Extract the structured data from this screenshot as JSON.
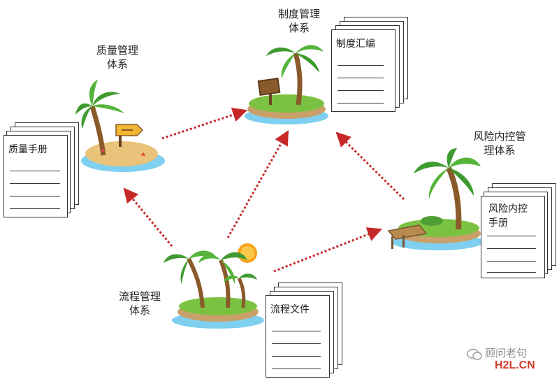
{
  "nodes": {
    "quality": {
      "label": "质量管理\n体系",
      "doc_title": "质量手册"
    },
    "system": {
      "label": "制度管理\n体系",
      "doc_title": "制度汇编"
    },
    "risk": {
      "label": "风险内控管\n理体系",
      "doc_title": "风险内控\n手册"
    },
    "process": {
      "label": "流程管理\n体系",
      "doc_title": "流程文件"
    }
  },
  "edges": [
    {
      "from": "quality",
      "to": "system"
    },
    {
      "from": "process",
      "to": "quality"
    },
    {
      "from": "process",
      "to": "system"
    },
    {
      "from": "process",
      "to": "risk"
    },
    {
      "from": "risk",
      "to": "system"
    }
  ],
  "watermark": {
    "text": "顾问老句",
    "site": "H2L.CN"
  },
  "colors": {
    "arrow": "#c62828",
    "sand": "#e9c37a",
    "grass": "#7cc242",
    "water": "#7fd0f0",
    "trunk": "#8a5a2b",
    "leaf": "#3f9b2f",
    "sun": "#f7a21b"
  },
  "icons": [
    "palm-tree-icon",
    "signpost-icon",
    "sun-icon",
    "starfish-icon",
    "dock-icon",
    "wechat-icon"
  ]
}
